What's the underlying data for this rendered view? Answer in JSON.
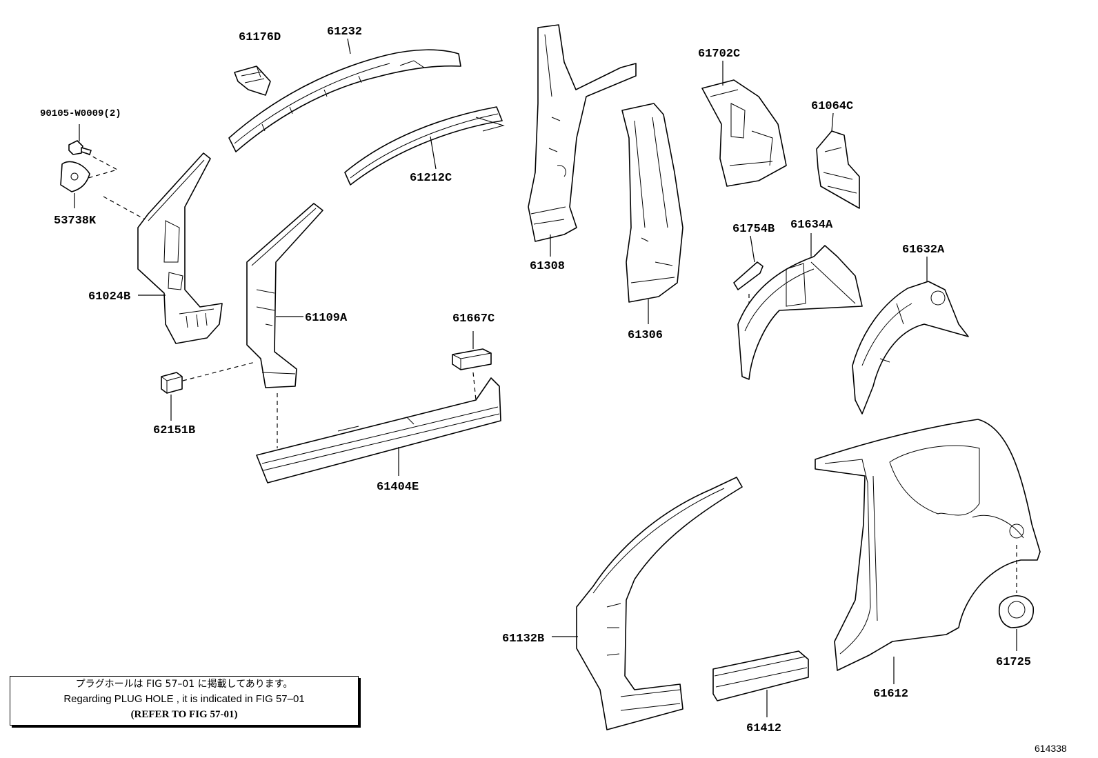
{
  "diagram": {
    "figure_number": "614338",
    "parts": [
      {
        "id": "p-61176d",
        "label": "61176D"
      },
      {
        "id": "p-61232",
        "label": "61232"
      },
      {
        "id": "p-90105",
        "label": "90105-W0009(2)"
      },
      {
        "id": "p-53738k",
        "label": "53738K"
      },
      {
        "id": "p-61212c",
        "label": "61212C"
      },
      {
        "id": "p-61024b",
        "label": "61024B"
      },
      {
        "id": "p-61109a",
        "label": "61109A"
      },
      {
        "id": "p-61667c",
        "label": "61667C"
      },
      {
        "id": "p-62151b",
        "label": "62151B"
      },
      {
        "id": "p-61404e",
        "label": "61404E"
      },
      {
        "id": "p-61308",
        "label": "61308"
      },
      {
        "id": "p-61306",
        "label": "61306"
      },
      {
        "id": "p-61702c",
        "label": "61702C"
      },
      {
        "id": "p-61064c",
        "label": "61064C"
      },
      {
        "id": "p-61754b",
        "label": "61754B"
      },
      {
        "id": "p-61634a",
        "label": "61634A"
      },
      {
        "id": "p-61632a",
        "label": "61632A"
      },
      {
        "id": "p-61132b",
        "label": "61132B"
      },
      {
        "id": "p-61412",
        "label": "61412"
      },
      {
        "id": "p-61612",
        "label": "61612"
      },
      {
        "id": "p-61725",
        "label": "61725"
      }
    ]
  },
  "note": {
    "line_jp": "プラグホールは FIG 57–01 に掲載してあります。",
    "line_en": "Regarding  PLUG  HOLE , it is indicated in  FIG  57–01",
    "line_ref": "(REFER TO FIG 57-01)"
  }
}
